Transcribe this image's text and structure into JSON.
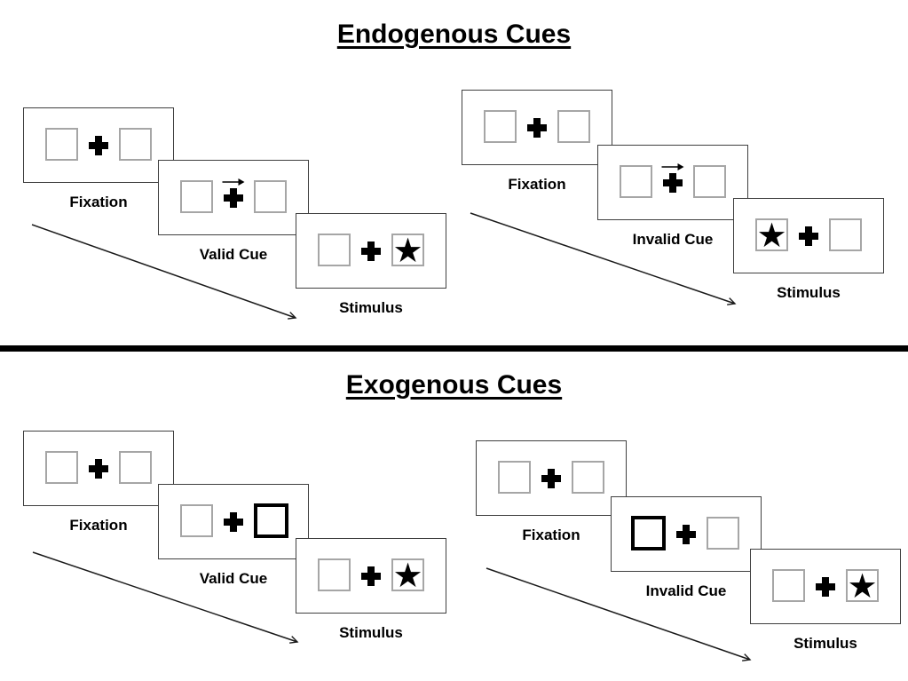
{
  "diagram_title": "Posner cueing task: endogenous vs exogenous cues",
  "sections": [
    {
      "name": "endogenous",
      "title": "Endogenous Cues",
      "sequences": [
        {
          "name": "endogenous-valid",
          "trial_type": "valid",
          "cue_type": "central-arrow",
          "cue_direction": "right",
          "target_side": "right",
          "panels": [
            {
              "label": "Fixation"
            },
            {
              "label": "Valid Cue"
            },
            {
              "label": "Stimulus"
            }
          ]
        },
        {
          "name": "endogenous-invalid",
          "trial_type": "invalid",
          "cue_type": "central-arrow",
          "cue_direction": "right",
          "target_side": "left",
          "panels": [
            {
              "label": "Fixation"
            },
            {
              "label": "Invalid Cue"
            },
            {
              "label": "Stimulus"
            }
          ]
        }
      ]
    },
    {
      "name": "exogenous",
      "title": "Exogenous Cues",
      "sequences": [
        {
          "name": "exogenous-valid",
          "trial_type": "valid",
          "cue_type": "peripheral-box",
          "cue_side": "right",
          "target_side": "right",
          "panels": [
            {
              "label": "Fixation"
            },
            {
              "label": "Valid Cue"
            },
            {
              "label": "Stimulus"
            }
          ]
        },
        {
          "name": "exogenous-invalid",
          "trial_type": "invalid",
          "cue_type": "peripheral-box",
          "cue_side": "left",
          "target_side": "right",
          "panels": [
            {
              "label": "Fixation"
            },
            {
              "label": "Invalid Cue"
            },
            {
              "label": "Stimulus"
            }
          ]
        }
      ]
    }
  ],
  "glyphs": {
    "star": "★"
  },
  "colors": {
    "background": "#ffffff",
    "panel_border": "#3f3f3f",
    "square_border": "#a6a6a6",
    "cue_square_border": "#000000",
    "divider": "#000000",
    "text": "#000000"
  }
}
